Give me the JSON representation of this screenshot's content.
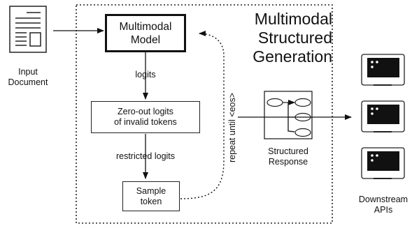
{
  "title": {
    "line1": "Multimodal",
    "line2": "Structured",
    "line3": "Generation"
  },
  "input": {
    "label_line1": "Input",
    "label_line2": "Document",
    "icon": "document-icon"
  },
  "model": {
    "line1": "Multimodal",
    "line2": "Model"
  },
  "edges": {
    "logits": "logits",
    "restricted": "restricted logits",
    "repeat": "repeat until <eos>"
  },
  "zero_out": {
    "line1": "Zero-out logits",
    "line2": "of invalid tokens"
  },
  "sample": {
    "line1": "Sample",
    "line2": "token"
  },
  "response": {
    "label_line1": "Structured",
    "label_line2": "Response",
    "icon": "graph-icon"
  },
  "downstream": {
    "label_line1": "Downstream",
    "label_line2": "APIs",
    "icon": "terminal-icon"
  },
  "colors": {
    "stroke": "#111111",
    "screen": "#111111",
    "background": "#ffffff"
  }
}
